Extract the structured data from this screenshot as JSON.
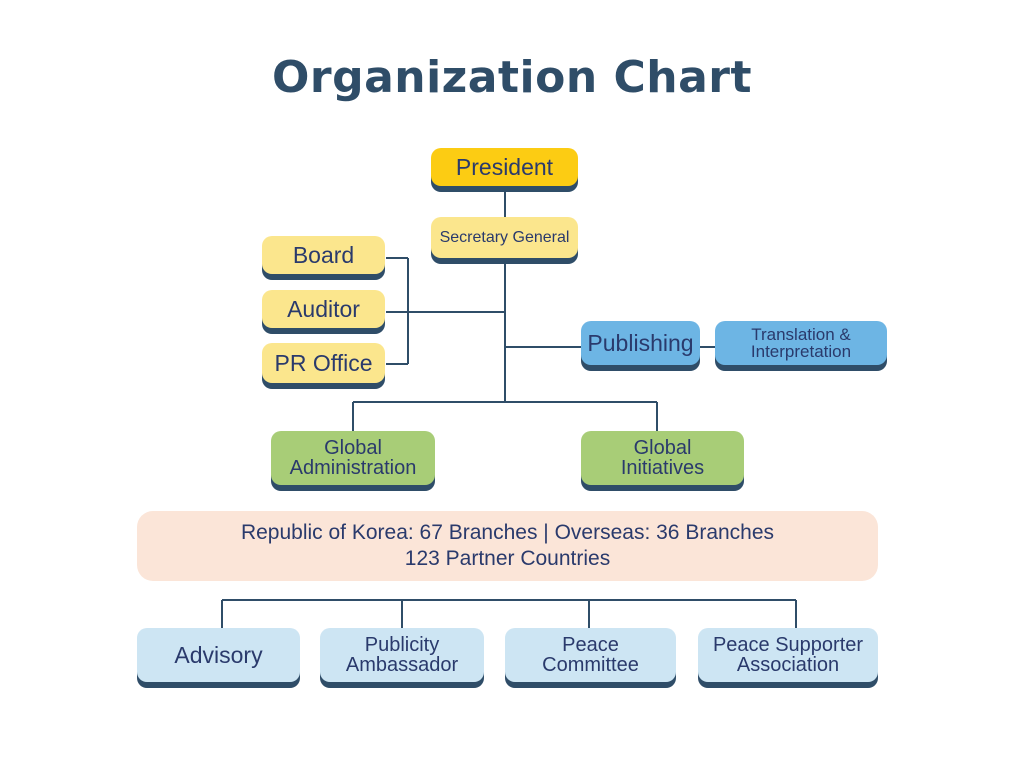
{
  "title": "Organization Chart",
  "nodes": {
    "president": "President",
    "secretary_general": "Secretary General",
    "board": "Board",
    "auditor": "Auditor",
    "pr_office": "PR Office",
    "publishing": "Publishing",
    "translation": [
      "Translation &",
      "Interpretation"
    ],
    "global_administration": [
      "Global",
      "Administration"
    ],
    "global_initiatives": [
      "Global",
      "Initiatives"
    ],
    "advisory": "Advisory",
    "publicity_ambassador": [
      "Publicity",
      "Ambassador"
    ],
    "peace_committee": [
      "Peace",
      "Committee"
    ],
    "peace_supporter_association": [
      "Peace Supporter",
      "Association"
    ]
  },
  "banner": {
    "line1": "Republic of Korea: 67 Branches | Overseas: 36 Branches",
    "line2": "123 Partner Countries"
  },
  "colors": {
    "title": "#2f4d68",
    "text": "#2a3a6c",
    "connector": "#2f4d68",
    "president": "#fccc13",
    "support": "#fbe68d",
    "publishing": "#6db5e4",
    "global": "#a8cd77",
    "bottom": "#cde5f3",
    "banner": "#fbe5d8"
  }
}
